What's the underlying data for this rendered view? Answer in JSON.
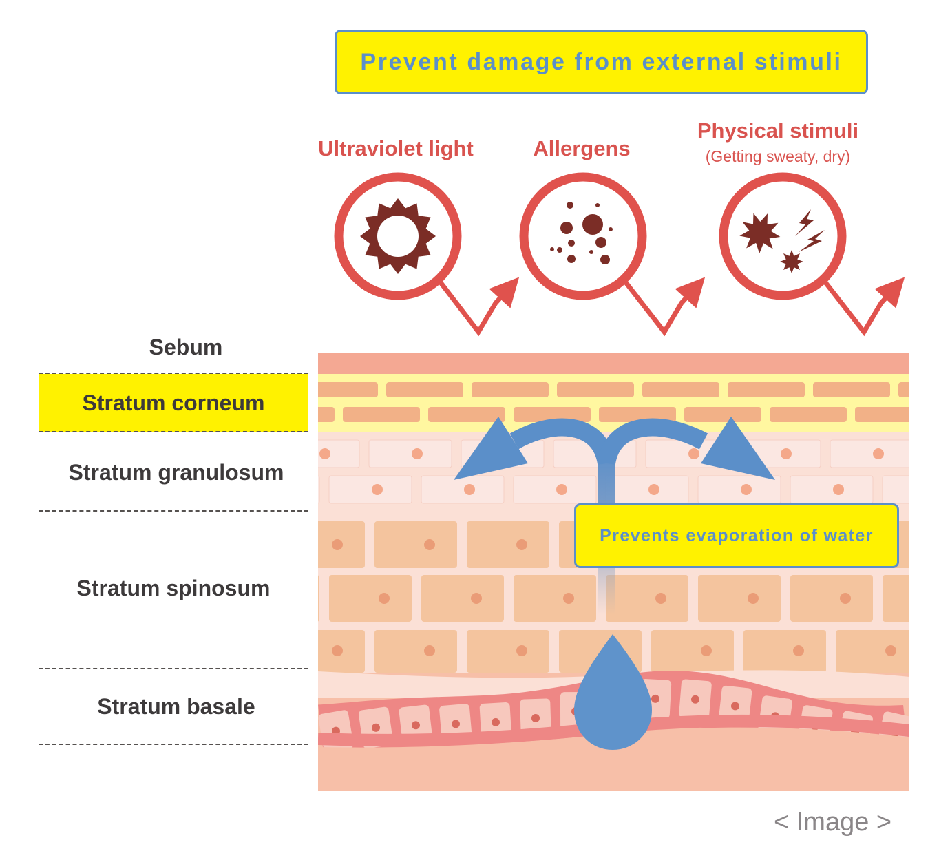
{
  "headline": "Prevent damage from external stimuli",
  "stimuli": [
    {
      "label": "Ultraviolet light",
      "sublabel": "",
      "icon": "sun-icon"
    },
    {
      "label": "Allergens",
      "sublabel": "",
      "icon": "allergen-particles-icon"
    },
    {
      "label": "Physical stimuli",
      "sublabel": "(Getting sweaty, dry)",
      "icon": "burst-lightning-icon"
    }
  ],
  "layers": {
    "sebum": "Sebum",
    "corneum": "Stratum corneum",
    "granulosum": "Stratum granulosum",
    "spinosum": "Stratum spinosum",
    "basale": "Stratum basale"
  },
  "water_note": "Prevents evaporation of water",
  "footer": "< Image >",
  "colors": {
    "accent_blue": "#5b8fc9",
    "highlight_yellow": "#fff200",
    "stimulus_red": "#e0524d",
    "icon_brown": "#7b2d26",
    "sebum": "#f4a893",
    "corneum_cell": "#f2b187",
    "granulosum_cell": "#fbe7e2",
    "spinosum_cell": "#f4c49e",
    "basale_band": "#ee8785",
    "dermis": "#f7bfa8"
  }
}
